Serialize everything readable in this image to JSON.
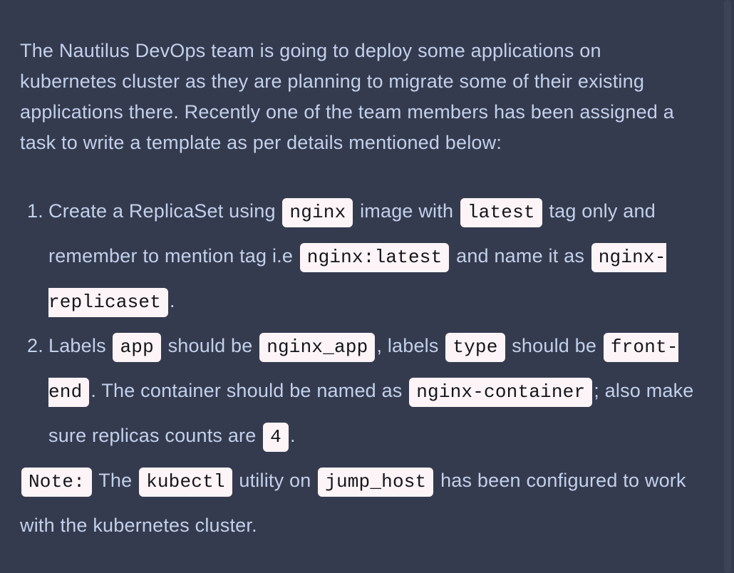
{
  "colors": {
    "background": "#353B4F",
    "body_text": "#C3D0EA",
    "inline_code_background": "#FCF4F7",
    "inline_code_text": "#14151A"
  },
  "task": {
    "intro": "The Nautilus DevOps team is going to deploy some applications on kubernetes cluster as they are planning to migrate some of their existing applications there. Recently one of the team members has been assigned a task to write a template as per details mentioned below:",
    "steps": [
      {
        "number": "1.",
        "segments": [
          {
            "type": "text",
            "text": "Create a ReplicaSet using "
          },
          {
            "type": "code",
            "text": "nginx"
          },
          {
            "type": "text",
            "text": " image with "
          },
          {
            "type": "code",
            "text": "latest"
          },
          {
            "type": "text",
            "text": " tag only and remember to mention tag i.e "
          },
          {
            "type": "code",
            "text": "nginx:latest"
          },
          {
            "type": "text",
            "text": " and name it as "
          },
          {
            "type": "code",
            "text": "nginx-replicaset"
          },
          {
            "type": "text",
            "text": "."
          }
        ]
      },
      {
        "number": "2.",
        "segments": [
          {
            "type": "text",
            "text": "Labels "
          },
          {
            "type": "code",
            "text": "app"
          },
          {
            "type": "text",
            "text": " should be "
          },
          {
            "type": "code",
            "text": "nginx_app"
          },
          {
            "type": "text",
            "text": ", labels "
          },
          {
            "type": "code",
            "text": "type"
          },
          {
            "type": "text",
            "text": " should be "
          },
          {
            "type": "code",
            "text": "front-end"
          },
          {
            "type": "text",
            "text": ". The container should be named as "
          },
          {
            "type": "code",
            "text": "nginx-container"
          },
          {
            "type": "text",
            "text": "; also make sure replicas counts are "
          },
          {
            "type": "code",
            "text": "4"
          },
          {
            "type": "text",
            "text": "."
          }
        ]
      }
    ],
    "note": {
      "segments": [
        {
          "type": "code",
          "text": "Note:"
        },
        {
          "type": "text",
          "text": " The "
        },
        {
          "type": "code",
          "text": "kubectl"
        },
        {
          "type": "text",
          "text": " utility on "
        },
        {
          "type": "code",
          "text": "jump_host"
        },
        {
          "type": "text",
          "text": " has been configured to work with the kubernetes cluster."
        }
      ]
    }
  }
}
